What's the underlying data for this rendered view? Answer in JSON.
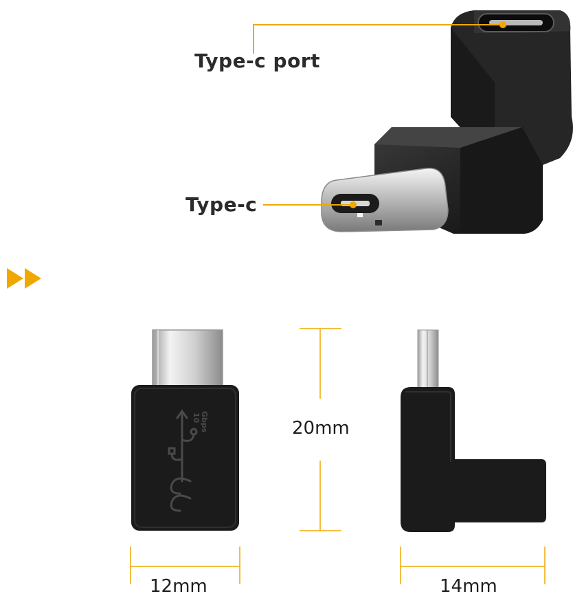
{
  "callouts": {
    "port_label": "Type-c port",
    "plug_label": "Type-c"
  },
  "dimensions": {
    "height": "20mm",
    "width_front": "12mm",
    "width_side": "14mm"
  },
  "logo": {
    "text": "SS",
    "speed": "10",
    "unit": "Gbps"
  },
  "colors": {
    "accent": "#f0a800",
    "body": "#1b1b1b",
    "metal": "#d9d9d9",
    "label": "#2b2b2b"
  },
  "icons": [
    "double-play-arrow-icon",
    "usb-superspeed-logo-icon"
  ]
}
